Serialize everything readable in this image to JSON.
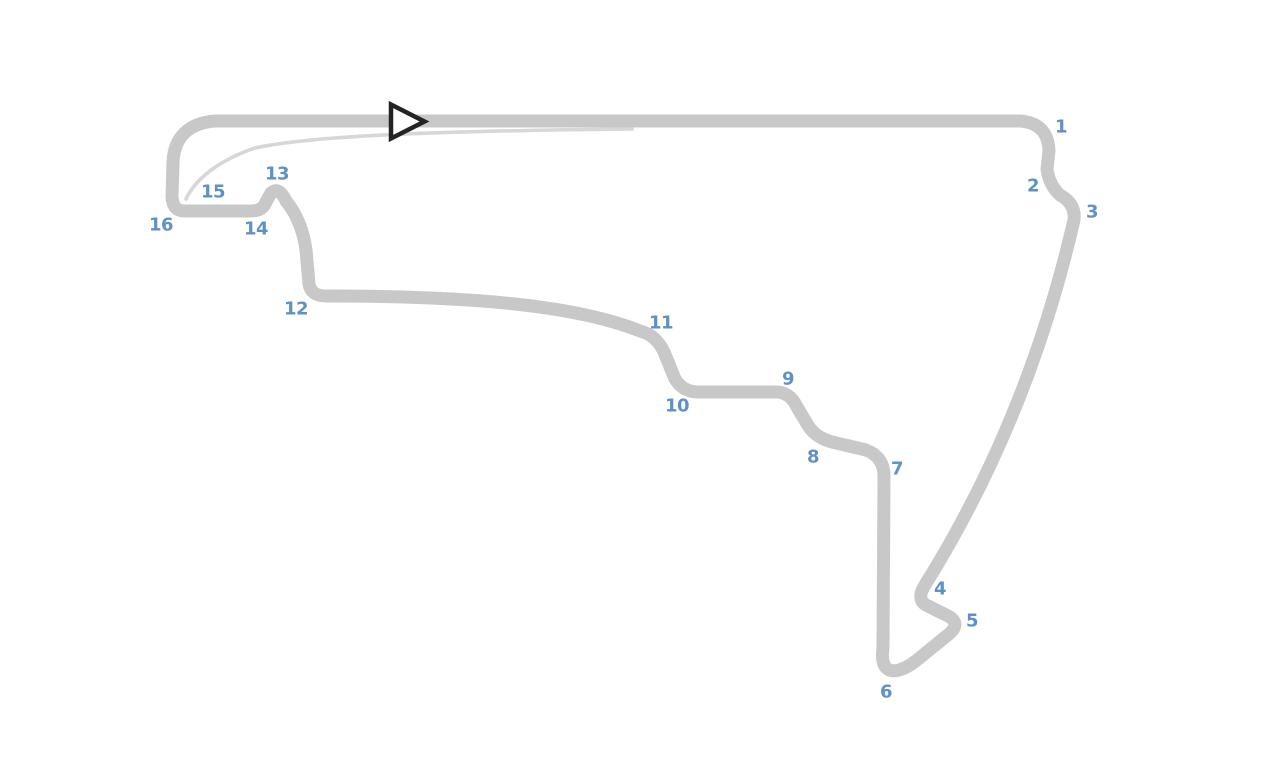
{
  "circuit_map": {
    "description": "Race circuit track outline with numbered corners, pit lane and start-finish direction marker",
    "colors": {
      "background": "#ffffff",
      "track": "#c8c8c8",
      "pit_lane": "#d7d7d7",
      "corner_label": "#5e92c6",
      "marker_outline": "#242424",
      "marker_fill": "#ffffff"
    },
    "start_marker": {
      "symbol": "right-pointing-triangle"
    },
    "corners": [
      {
        "label": "1"
      },
      {
        "label": "2"
      },
      {
        "label": "3"
      },
      {
        "label": "4"
      },
      {
        "label": "5"
      },
      {
        "label": "6"
      },
      {
        "label": "7"
      },
      {
        "label": "8"
      },
      {
        "label": "9"
      },
      {
        "label": "10"
      },
      {
        "label": "11"
      },
      {
        "label": "12"
      },
      {
        "label": "13"
      },
      {
        "label": "14"
      },
      {
        "label": "15"
      },
      {
        "label": "16"
      }
    ]
  }
}
